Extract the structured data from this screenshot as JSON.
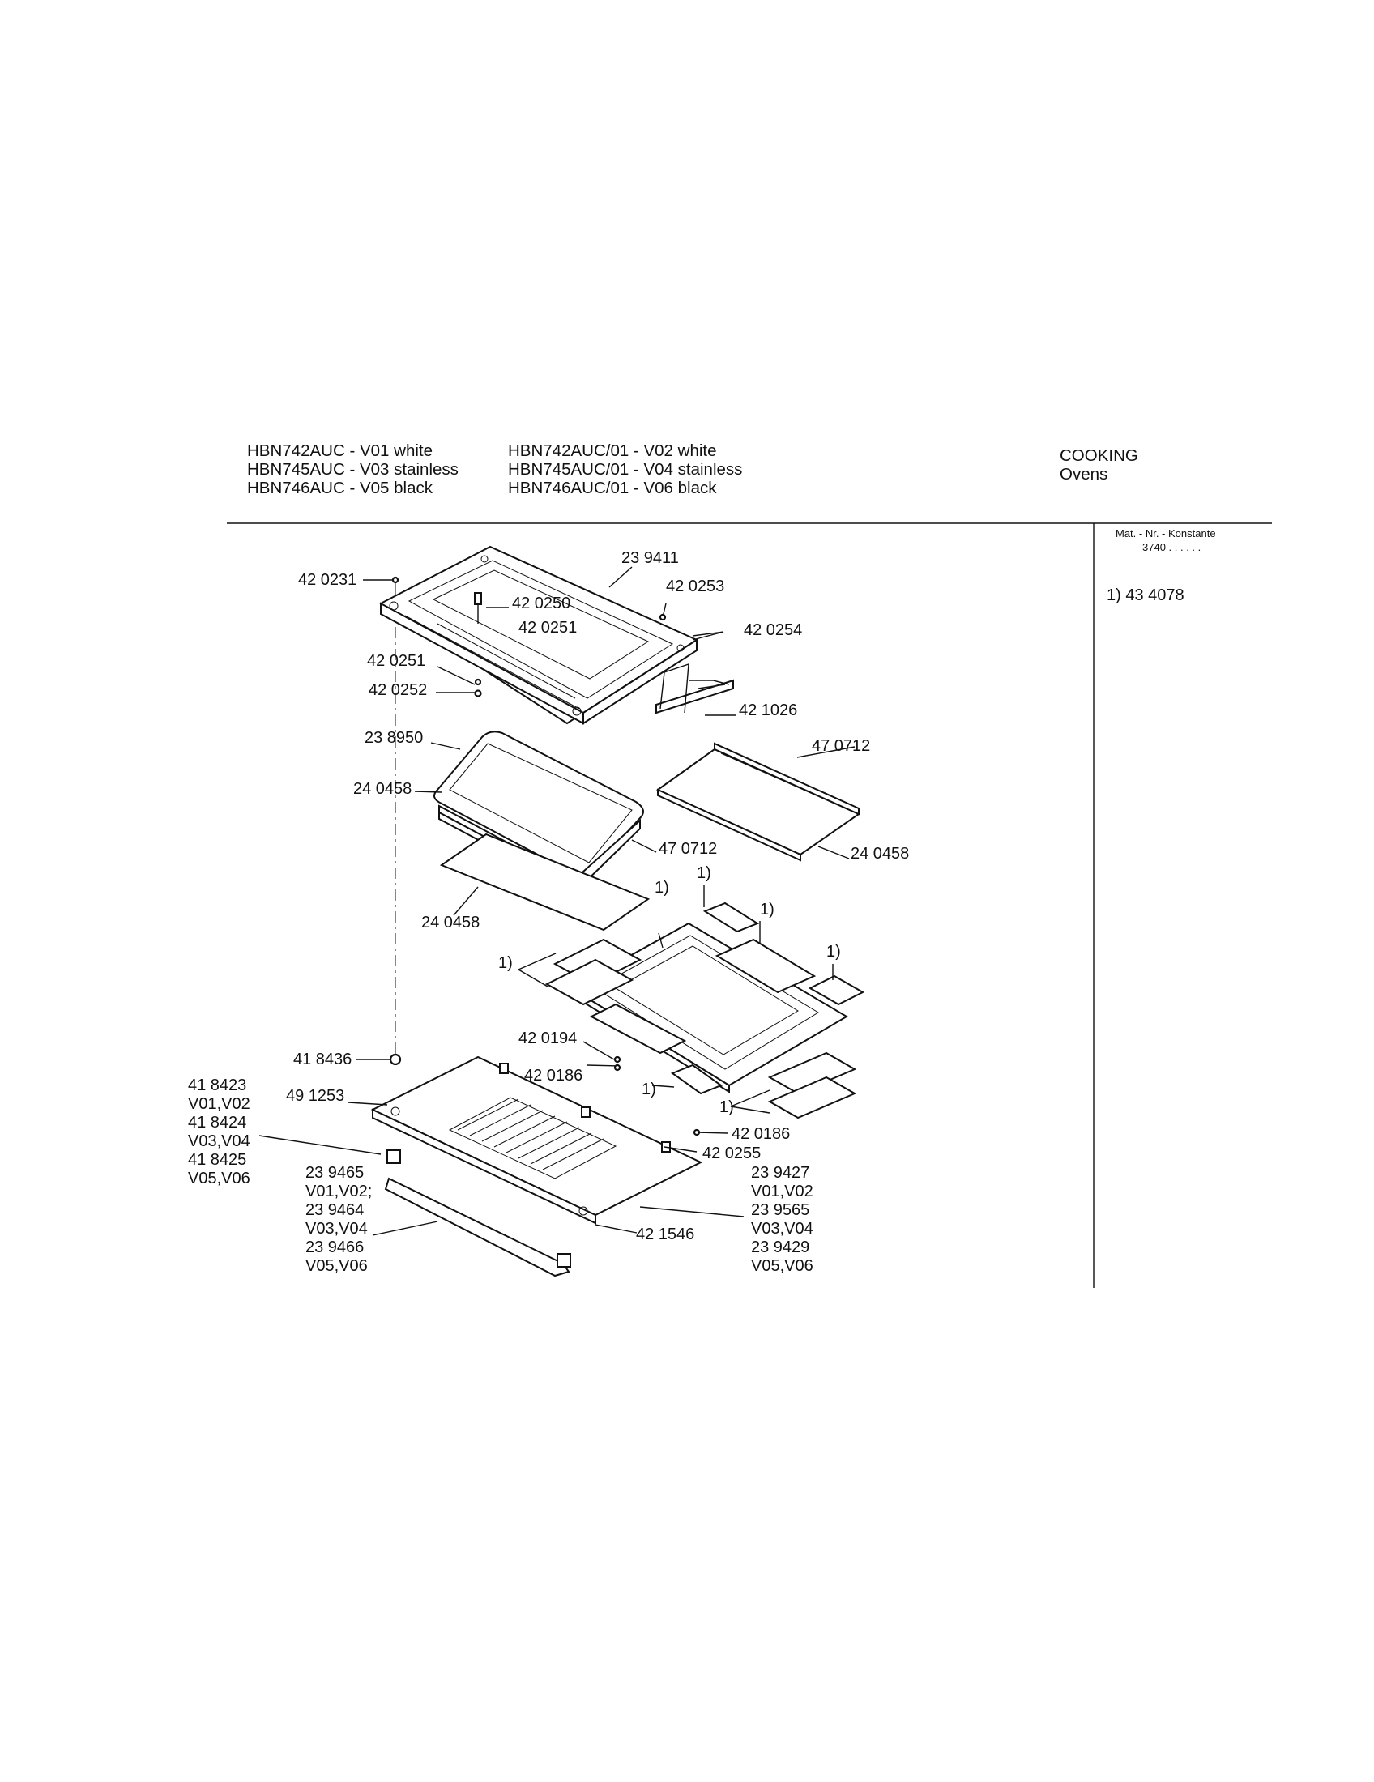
{
  "header": {
    "models_left": [
      "HBN742AUC - V01 white",
      "HBN745AUC - V03 stainless",
      "HBN746AUC - V05 black"
    ],
    "models_right": [
      "HBN742AUC/01 - V02 white",
      "HBN745AUC/01 - V04 stainless",
      "HBN746AUC/01 - V06 black"
    ],
    "category": "COOKING",
    "subcategory": "Ovens"
  },
  "sidebar": {
    "heading": "Mat. - Nr. - Konstante",
    "constant": "3740 . .  . . . .",
    "note": "1) 43 4078"
  },
  "callouts": {
    "c420231": "42 0231",
    "c239411": "23 9411",
    "c420253": "42 0253",
    "c420250": "42 0250",
    "c420251a": "42 0251",
    "c420254": "42 0254",
    "c420251b": "42 0251",
    "c420252": "42 0252",
    "c421026": "42 1026",
    "c238950": "23 8950",
    "c470712a": "47 0712",
    "c240458a": "24 0458",
    "c470712b": "47 0712",
    "c240458b": "24 0458",
    "c240458c": "24 0458",
    "n1a": "1)",
    "n1b": "1)",
    "n1c": "1)",
    "n1d": "1)",
    "n1e": "1)",
    "n1f": "1)",
    "n1g": "1)",
    "c420194": "42 0194",
    "c420186a": "42 0186",
    "c418436": "41 8436",
    "c491253": "49 1253",
    "c420186b": "42 0186",
    "c420255": "42 0255",
    "c421546": "42 1546",
    "left_group": [
      "41 8423",
      "V01,V02",
      "41 8424",
      "V03,V04",
      "41 8425",
      "V05,V06"
    ],
    "mid_group": [
      "23 9465",
      "V01,V02;",
      "23 9464",
      "V03,V04",
      "23 9466",
      "V05,V06"
    ],
    "right_group": [
      "23 9427",
      "V01,V02",
      "23 9565",
      "V03,V04",
      "23 9429",
      "V05,V06"
    ]
  }
}
